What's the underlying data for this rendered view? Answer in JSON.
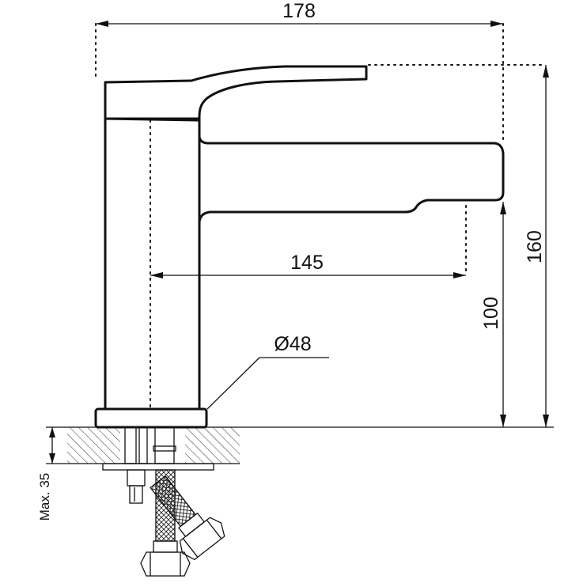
{
  "drawing": {
    "dimensions": {
      "total_length": "178",
      "spout_reach": "145",
      "total_height": "160",
      "spout_height": "100",
      "base_diameter": "Ø48",
      "max_deck_thickness": "Max. 35"
    }
  }
}
